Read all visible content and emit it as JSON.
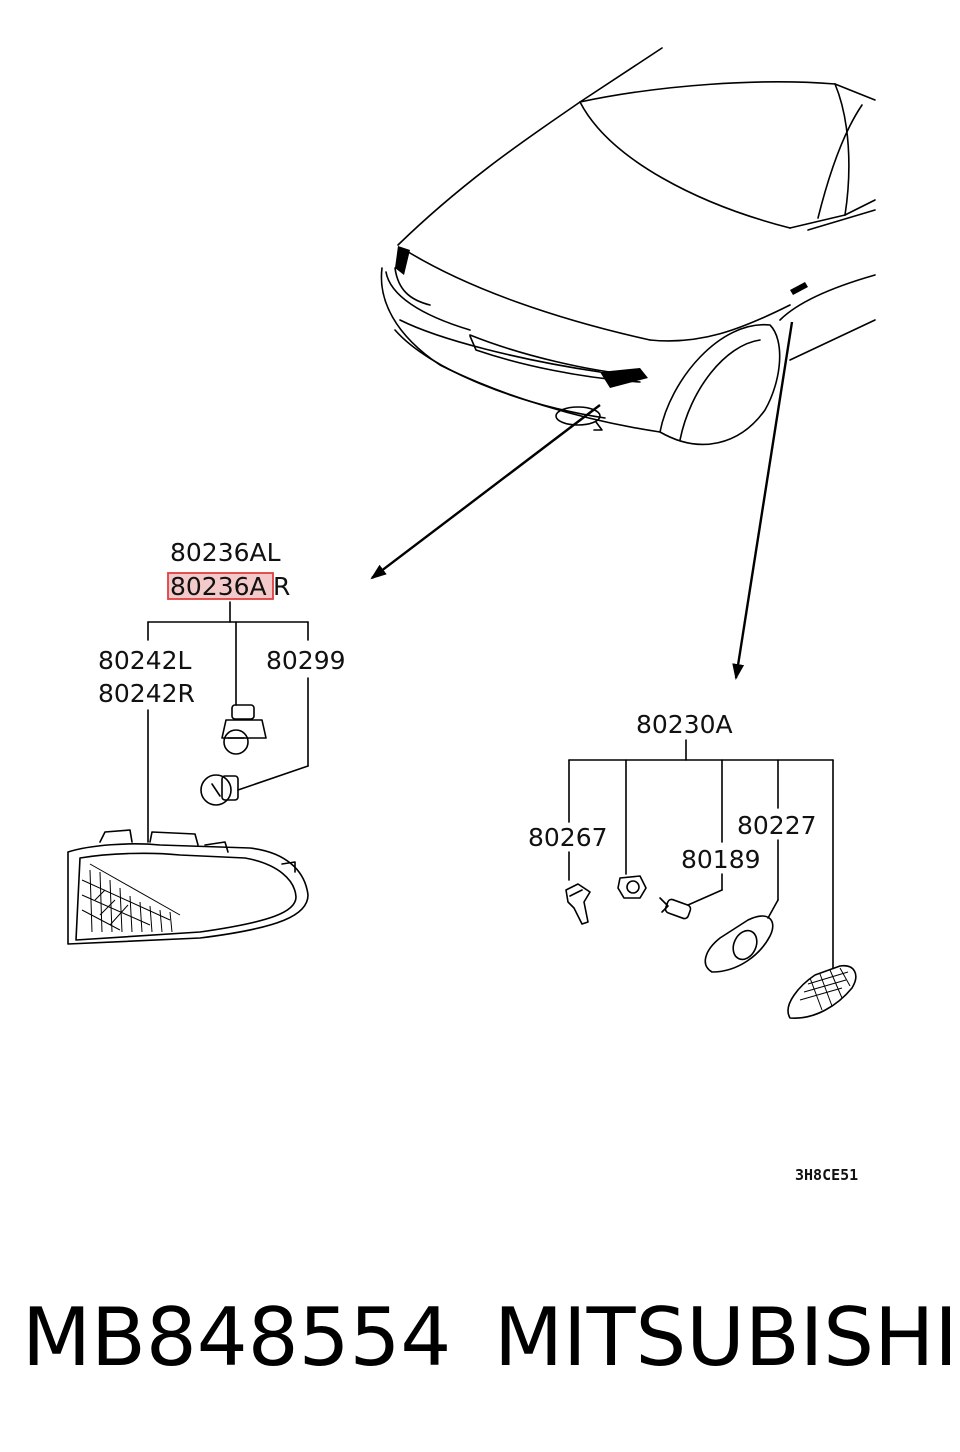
{
  "callouts": {
    "headlamp_left": "80236AL",
    "headlamp_right_highlight": "80236A",
    "headlamp_right_suffix": "R",
    "lens_left": "80242L",
    "lens_right": "80242R",
    "bulb_headlamp": "80299",
    "side_marker_assy": "80230A",
    "clip": "80267",
    "side_bulb": "80189",
    "side_lens": "80227"
  },
  "drawing_code": "3H8CE51",
  "footer": {
    "part_number": "MB848554",
    "brand": "MITSUBISHI"
  },
  "colors": {
    "highlight_border": "#e04040",
    "highlight_fill": "#f4c9c9"
  }
}
